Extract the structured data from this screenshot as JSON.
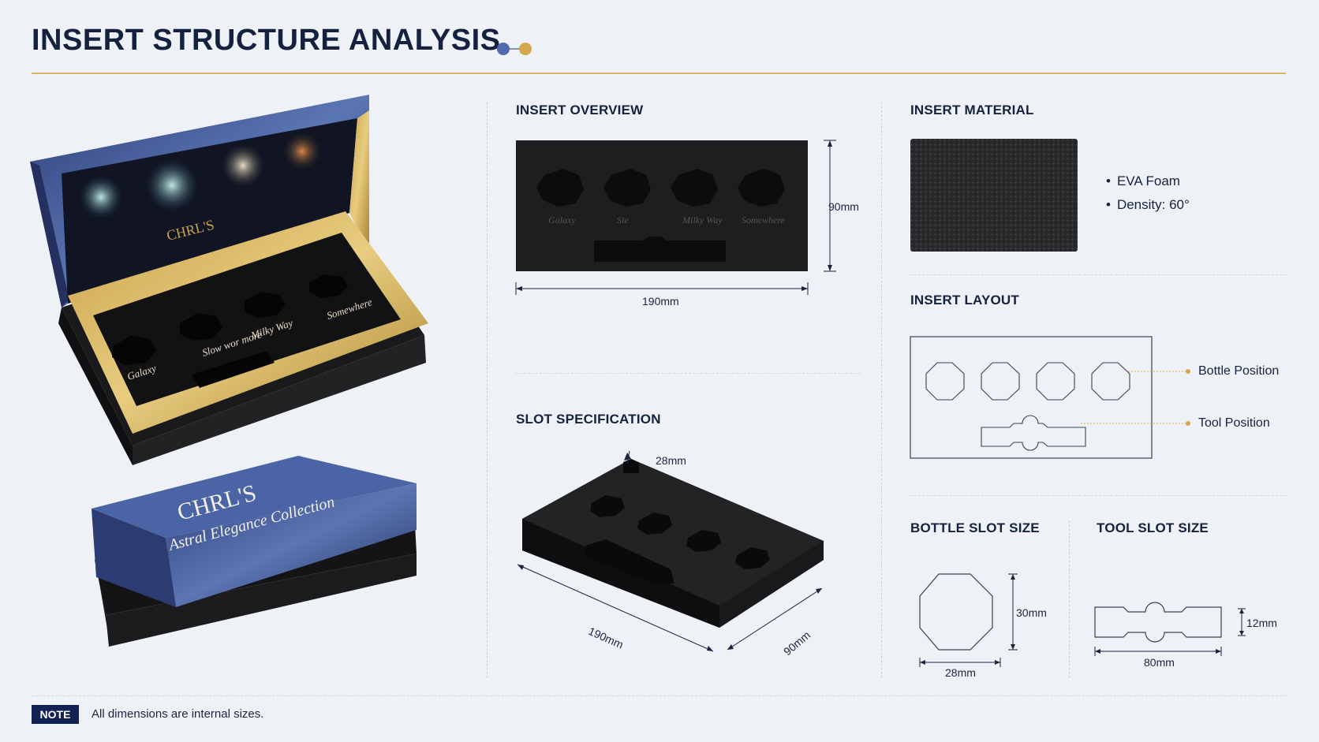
{
  "header": {
    "title": "INSERT STRUCTURE ANALYSIS",
    "accent_colors": {
      "dot_primary": "#4f6aad",
      "dot_secondary": "#d4a94e",
      "rule": "#d8b56a",
      "heading": "#16213f"
    }
  },
  "photos": {
    "box_labels": [
      "Galaxy",
      "Slow wor more",
      "Milky Way",
      "Somewhere"
    ],
    "brand": "CHRL'S",
    "lid_collection": "Astral Elegance Collection"
  },
  "insert_overview": {
    "heading": "INSERT OVERVIEW",
    "width_label": "190mm",
    "height_label": "90mm",
    "slot_labels": [
      "Galaxy",
      "Sie",
      "Milky Way",
      "Somewhere"
    ]
  },
  "slot_specification": {
    "heading": "SLOT SPECIFICATION",
    "depth_label": "28mm",
    "length_label": "190mm",
    "width_label": "90mm"
  },
  "insert_material": {
    "heading": "INSERT MATERIAL",
    "bullets": [
      "EVA Foam",
      "Density: 60°"
    ]
  },
  "insert_layout": {
    "heading": "INSERT LAYOUT",
    "callouts": {
      "bottle": "Bottle Position",
      "tool": "Tool Position"
    }
  },
  "bottle_slot": {
    "heading": "BOTTLE SLOT SIZE",
    "height_label": "30mm",
    "width_label": "28mm"
  },
  "tool_slot": {
    "heading": "TOOL SLOT SIZE",
    "height_label": "12mm",
    "width_label": "80mm"
  },
  "footer": {
    "note_badge": "NOTE",
    "note_text": "All dimensions are internal sizes."
  }
}
